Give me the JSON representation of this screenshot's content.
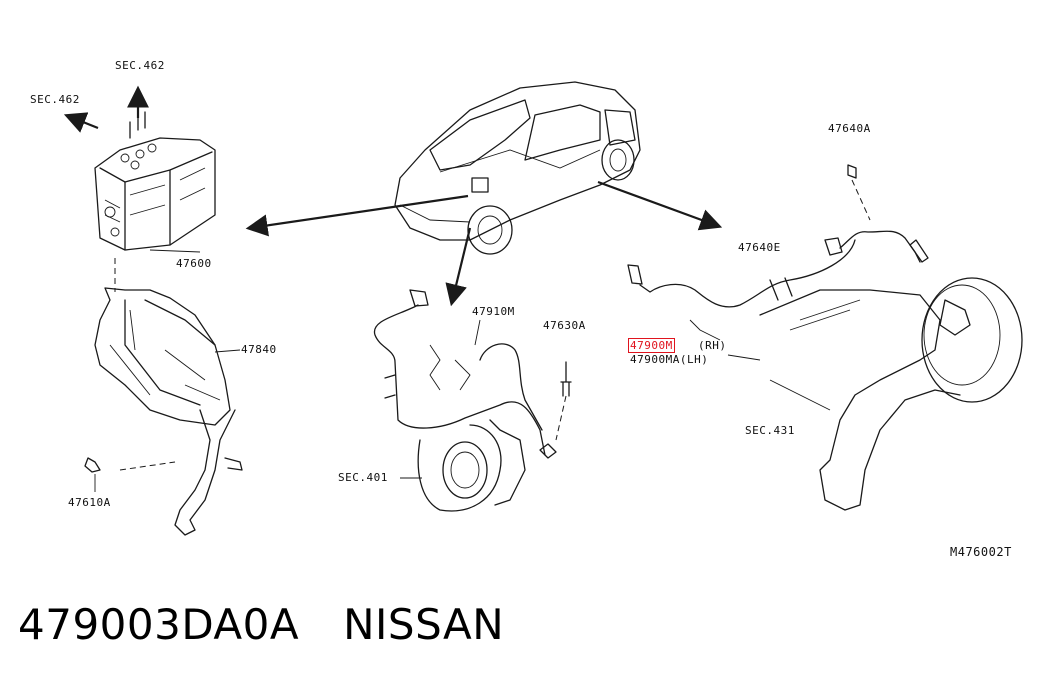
{
  "labels": {
    "sec462_top": "SEC.462",
    "sec462_left": "SEC.462",
    "p47600": "47600",
    "p47840": "47840",
    "p47610a": "47610A",
    "p47910m": "47910M",
    "p47630a": "47630A",
    "sec401": "SEC.401",
    "p47640a": "47640A",
    "p47640e": "47640E",
    "p47900m": "47900M",
    "rh": "(RH)",
    "p47900ma": "47900MA(LH)",
    "sec431": "SEC.431",
    "diagram_code": "M476002T"
  },
  "footer": {
    "part_number": "479003DA0A",
    "brand": "NISSAN"
  },
  "colors": {
    "highlight": "#e0141e",
    "line": "#1a1a1a"
  }
}
